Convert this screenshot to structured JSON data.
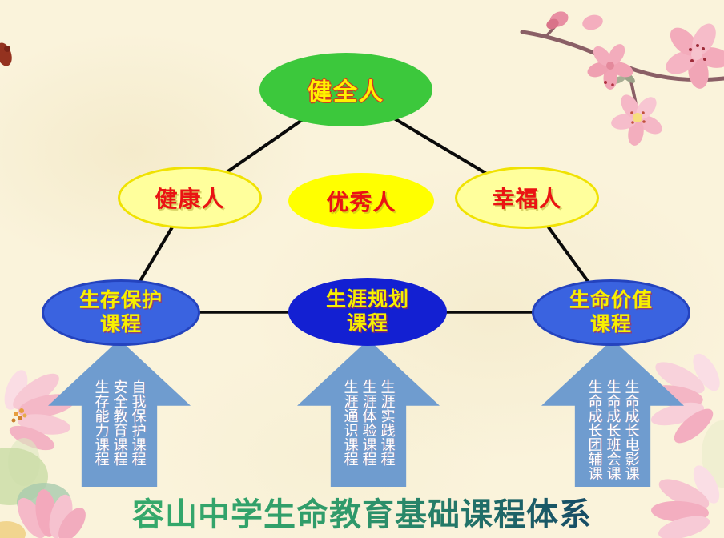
{
  "slide": {
    "title": "容山中学生命教育基础课程体系"
  },
  "pyramid": {
    "top": {
      "label": "健全人"
    },
    "middle": [
      {
        "label": "健康人"
      },
      {
        "label": "优秀人"
      },
      {
        "label": "幸福人"
      }
    ],
    "courses": [
      {
        "line1": "生存保护",
        "line2": "课程"
      },
      {
        "line1": "生涯规划",
        "line2": "课程"
      },
      {
        "line1": "生命价值",
        "line2": "课程"
      }
    ]
  },
  "arrows": [
    {
      "courses": [
        "自我保护课程",
        "安全教育课程",
        "生存能力课程"
      ]
    },
    {
      "courses": [
        "生涯实践课程",
        "生涯体验课程",
        "生涯通识课程"
      ]
    },
    {
      "courses": [
        "生命成长电影课",
        "生命成长班会课",
        "生命成长团辅课"
      ]
    }
  ],
  "colors": {
    "background": "#FAF3DB",
    "top_node": "#3CC83C",
    "middle_node_fill": "#FFFF9C",
    "middle_node_border": "#F0E202",
    "middle_node_solid": "#FFFF00",
    "course_node_fill": "#3A63E0",
    "course_node_border": "#2443BE",
    "course_node_solid": "#1320D2",
    "arrow": "#6F9CCF",
    "connector_line": "#0A0A0A",
    "top_text": "#FFF200",
    "person_text": "#EA1313",
    "course_text": "#F7F000",
    "arrow_text": "#FFFFFF",
    "title_gradient_start": "#35A86B",
    "title_gradient_end": "#174E66"
  },
  "decorations": [
    "blossom-branch-top-right",
    "red-bud-left-edge",
    "lotus-bottom-left",
    "lotus-bottom-right"
  ]
}
